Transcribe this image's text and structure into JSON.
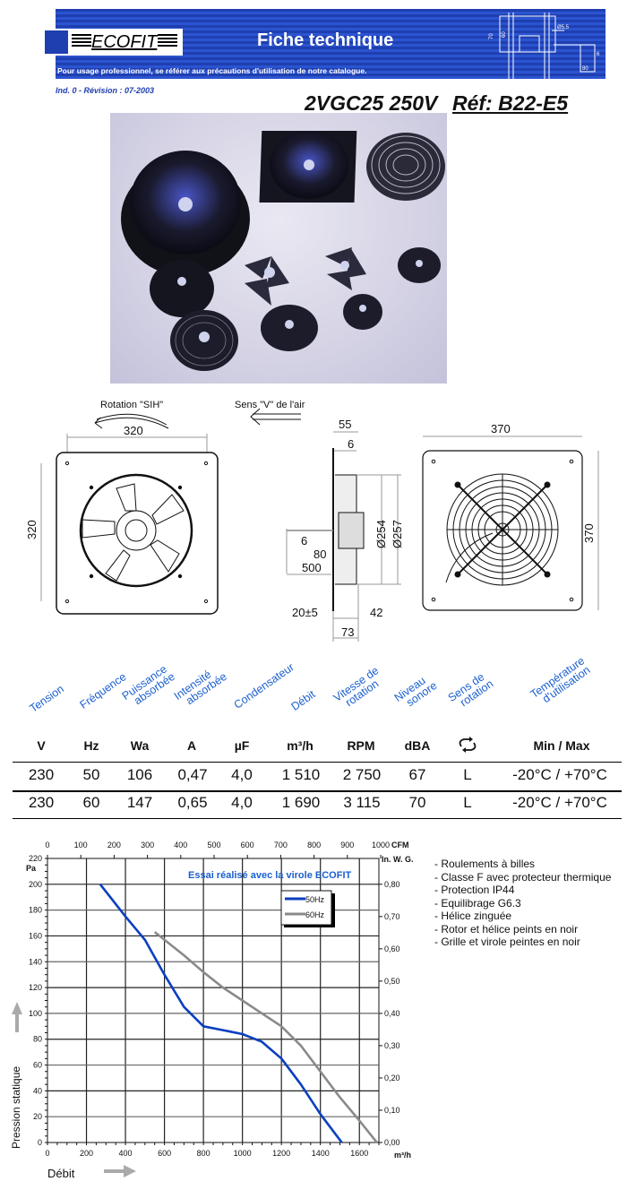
{
  "header": {
    "brand": "ECOFIT",
    "title": "Fiche technique",
    "subtitle": "Pour usage professionnel, se référer aux précautions d'utilisation de notre catalogue.",
    "revision": "Ind. 0 - Révision : 07-2003",
    "model": "2VGC25 250V",
    "reference": "Réf: B22-E5",
    "icon_dims": [
      "70",
      "60",
      "Ø5,5",
      "6",
      "80"
    ],
    "colors": {
      "banner": "#1f3fb0",
      "accent_text": "#1b5fcf"
    }
  },
  "photo": {
    "alt": "Gamme de ventilateurs hélicoïdes ECOFIT"
  },
  "drawings": {
    "rotation_label": "Rotation \"SIH\"",
    "airflow_label": "Sens \"V\" de l'air",
    "front": {
      "width": "320",
      "height": "320"
    },
    "side": {
      "d55": "55",
      "d6_top": "6",
      "dia254": "Ø254",
      "dia257": "Ø257",
      "d6": "6",
      "d80": "80",
      "d500": "500",
      "d20": "20±5",
      "d42": "42",
      "d73": "73"
    },
    "grille": {
      "width": "370",
      "height": "370"
    }
  },
  "specs": {
    "headers": [
      [
        "Tension"
      ],
      [
        "Fréquence"
      ],
      [
        "Puissance",
        "absorbée"
      ],
      [
        "Intensité",
        "absorbée"
      ],
      [
        "Condensateur"
      ],
      [
        "Débit"
      ],
      [
        "Vitesse de",
        "rotation"
      ],
      [
        "Niveau",
        "sonore"
      ],
      [
        "Sens de",
        "rotation"
      ],
      [
        "Température",
        "d'utilisation"
      ]
    ],
    "units": [
      "V",
      "Hz",
      "Wa",
      "A",
      "µF",
      "m³/h",
      "RPM",
      "dBA",
      "rotation-icon",
      "Min / Max"
    ],
    "rows": [
      [
        "230",
        "50",
        "106",
        "0,47",
        "4,0",
        "1 510",
        "2 750",
        "67",
        "L",
        "-20°C / +70°C"
      ],
      [
        "230",
        "60",
        "147",
        "0,65",
        "4,0",
        "1 690",
        "3 115",
        "70",
        "L",
        "-20°C / +70°C"
      ]
    ]
  },
  "features": [
    "- Roulements à billes",
    "- Classe F avec protecteur thermique",
    "- Protection IP44",
    "- Equilibrage G6.3",
    "- Hélice zinguée",
    "- Rotor et hélice peints en noir",
    "- Grille et virole peintes en noir"
  ],
  "chart_data": {
    "type": "line",
    "title": "Essai réalisé avec la virole ECOFIT",
    "xlabel": "Débit",
    "xunit": "m³/h",
    "ylabel": "Pression statique",
    "yunit": "Pa",
    "xlim": [
      0,
      1700
    ],
    "ylim": [
      0,
      220
    ],
    "x_ticks": [
      "0",
      "200",
      "400",
      "600",
      "800",
      "1000",
      "1200",
      "1400",
      "1600"
    ],
    "y_ticks": [
      "0",
      "20",
      "40",
      "60",
      "80",
      "100",
      "120",
      "140",
      "160",
      "180",
      "200",
      "220"
    ],
    "secondary_x": {
      "label": "CFM",
      "ticks": [
        "0",
        "100",
        "200",
        "300",
        "400",
        "500",
        "600",
        "700",
        "800",
        "900",
        "1000"
      ]
    },
    "secondary_y": {
      "label": "In. W. G.",
      "ticks": [
        "0,00",
        "0,10",
        "0,20",
        "0,30",
        "0,40",
        "0,50",
        "0,60",
        "0,70",
        "0,80"
      ]
    },
    "grid": true,
    "legend_position": "upper right",
    "series": [
      {
        "name": "50Hz",
        "color": "#0a3fc0",
        "x": [
          270,
          400,
          500,
          600,
          700,
          800,
          900,
          1000,
          1100,
          1200,
          1300,
          1400,
          1510
        ],
        "y": [
          200,
          175,
          157,
          130,
          105,
          90,
          87,
          84,
          78,
          65,
          45,
          22,
          0
        ]
      },
      {
        "name": "60Hz",
        "color": "#8a8a8a",
        "x": [
          550,
          700,
          800,
          900,
          1000,
          1100,
          1200,
          1300,
          1400,
          1500,
          1600,
          1690
        ],
        "y": [
          163,
          145,
          132,
          120,
          110,
          100,
          90,
          75,
          55,
          35,
          17,
          0
        ]
      }
    ]
  }
}
